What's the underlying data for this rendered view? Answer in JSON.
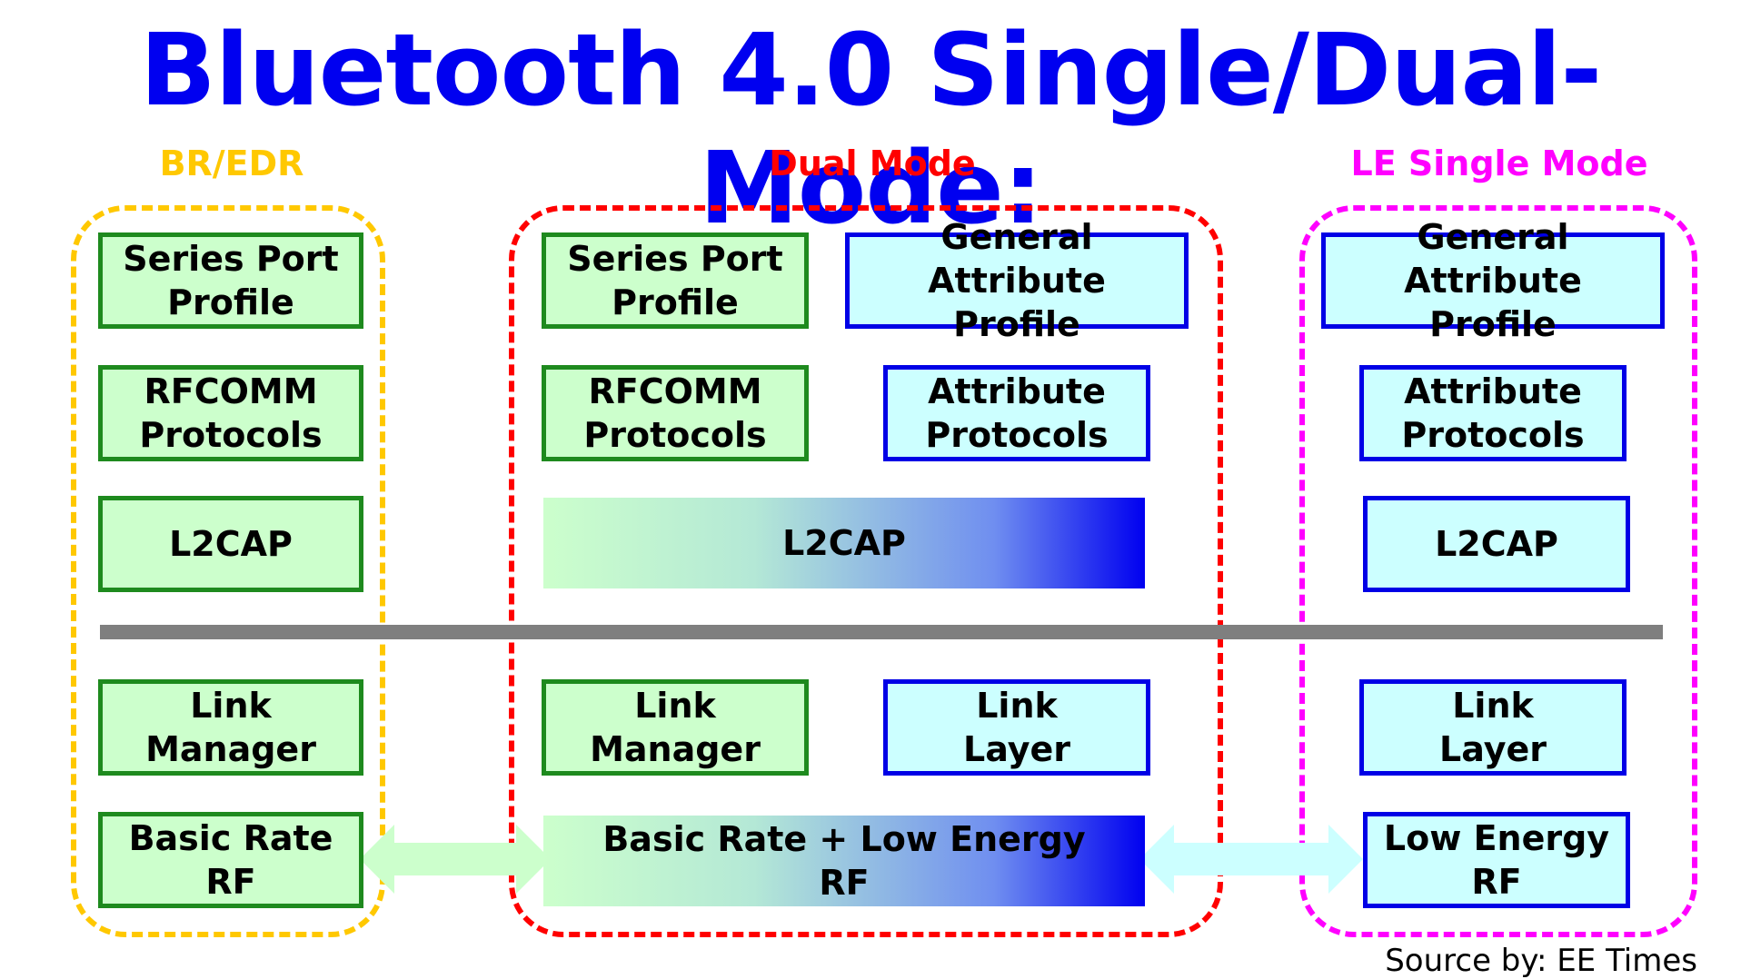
{
  "title": "Bluetooth 4.0 Single/Dual-Mode:",
  "groups": {
    "bredr": {
      "label": "BR/EDR",
      "color": "#ffc800",
      "boxes": [
        "Series Port\nProfile",
        "RFCOMM\nProtocols",
        "L2CAP",
        "Link\nManager",
        "Basic Rate\nRF"
      ]
    },
    "dual": {
      "label": "Dual Mode",
      "color": "#ff0000",
      "boxes": {
        "spp": "Series Port\nProfile",
        "gatt": "General Attribute\nProfile",
        "rfcomm": "RFCOMM\nProtocols",
        "att": "Attribute\nProtocols",
        "l2cap": "L2CAP",
        "link_manager": "Link\nManager",
        "link_layer": "Link\nLayer",
        "rf": "Basic Rate + Low Energy\nRF"
      }
    },
    "le": {
      "label": "LE Single Mode",
      "color": "#ff00ff",
      "boxes": [
        "General Attribute\nProfile",
        "Attribute\nProtocols",
        "L2CAP",
        "Link\nLayer",
        "Low Energy\nRF"
      ]
    }
  },
  "colors": {
    "title": "#0000f0",
    "green_fill": "#ccffcc",
    "green_border": "#1e8a1e",
    "blue_fill": "#ccffff",
    "blue_border": "#0000e6",
    "divider": "#7f7f7f",
    "arrow_left": "#ccffcc",
    "arrow_right": "#ccffff"
  },
  "source": "Source by: EE Times"
}
